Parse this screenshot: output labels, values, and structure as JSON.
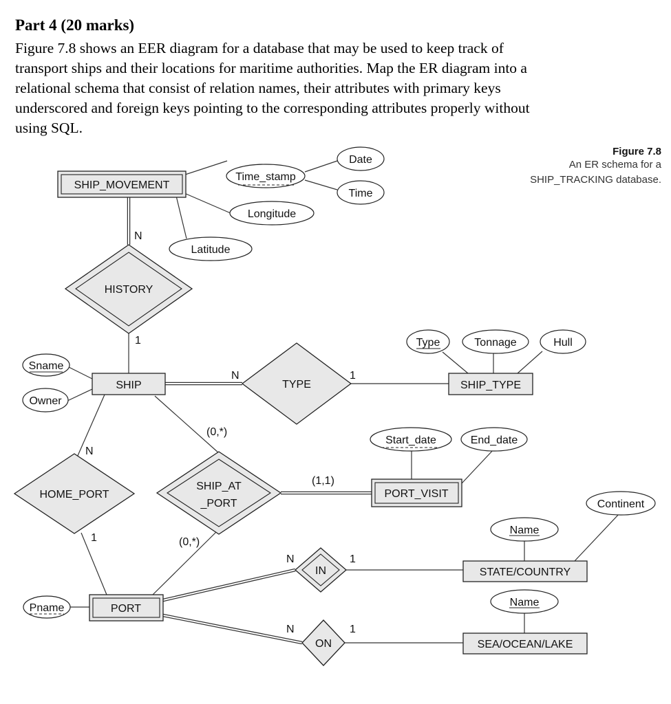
{
  "question": {
    "heading": "Part 4 (20 marks)",
    "lines": [
      "Figure 7.8 shows an EER diagram for a database that may be used to keep track of",
      "transport ships and their locations for maritime authorities. Map the ER diagram into a",
      "relational schema that consist of relation names, their attributes with primary keys",
      "underscored and foreign keys pointing to the corresponding attributes properly without",
      "using SQL."
    ]
  },
  "figure": {
    "title": "Figure 7.8",
    "caption_lines": [
      "An ER schema for a",
      "SHIP_TRACKING database."
    ]
  },
  "diagram": {
    "entities": {
      "ship_movement": "SHIP_MOVEMENT",
      "ship": "SHIP",
      "ship_type": "SHIP_TYPE",
      "port_visit": "PORT_VISIT",
      "port": "PORT",
      "state_country": "STATE/COUNTRY",
      "sea_ocean_lake": "SEA/OCEAN/LAKE"
    },
    "relationships": {
      "history": "HISTORY",
      "type": "TYPE",
      "home_port": "HOME_PORT",
      "ship_at_port_line1": "SHIP_AT",
      "ship_at_port_line2": "_PORT",
      "in": "IN",
      "on": "ON"
    },
    "attributes": {
      "time_stamp": "Time_stamp",
      "date": "Date",
      "time": "Time",
      "longitude": "Longitude",
      "latitude": "Latitude",
      "sname": "Sname",
      "owner": "Owner",
      "type": "Type",
      "tonnage": "Tonnage",
      "hull": "Hull",
      "start_date": "Start_date",
      "end_date": "End_date",
      "continent": "Continent",
      "state_name": "Name",
      "sea_name": "Name",
      "pname": "Pname"
    },
    "cardinalities": {
      "history_movement": "N",
      "history_ship": "1",
      "type_ship": "N",
      "type_shiptype": "1",
      "homeport_ship": "N",
      "homeport_port": "1",
      "shipatport_ship": "(0,*)",
      "shipatport_port": "(0,*)",
      "shipatport_visit": "(1,1)",
      "in_port": "N",
      "in_state": "1",
      "on_port": "N",
      "on_sea": "1"
    }
  }
}
